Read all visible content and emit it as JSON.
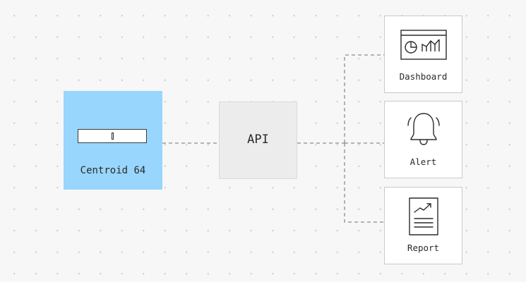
{
  "nodes": {
    "source": {
      "label": "Centroid 64",
      "color": "#98d6fe"
    },
    "api": {
      "label": "API"
    },
    "outputs": [
      {
        "label": "Dashboard",
        "icon": "dashboard-chart-icon"
      },
      {
        "label": "Alert",
        "icon": "bell-icon"
      },
      {
        "label": "Report",
        "icon": "report-document-icon"
      }
    ]
  },
  "style": {
    "background": "#f7f7f7",
    "connector": "#8c8c8c"
  }
}
